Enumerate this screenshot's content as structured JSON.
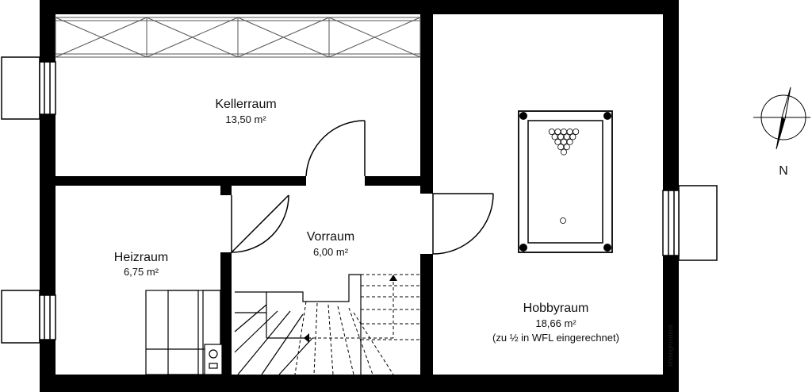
{
  "rooms": {
    "kellerraum": {
      "name": "Kellerraum",
      "area": "13,50 m²"
    },
    "vorraum": {
      "name": "Vorraum",
      "area": "6,00 m²"
    },
    "heizraum": {
      "name": "Heizraum",
      "area": "6,75 m²"
    },
    "hobbyraum": {
      "name": "Hobbyraum",
      "area": "18,66 m²",
      "note": "(zu ½ in WFL eingerechnet)"
    }
  },
  "compass": {
    "label": "N"
  },
  "watermark": "Immogrundriss",
  "colors": {
    "wall": "#000000",
    "background": "#ffffff",
    "line": "#000000"
  }
}
